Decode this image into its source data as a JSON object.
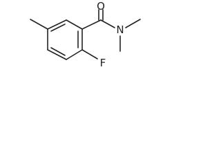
{
  "molecule": {
    "atoms": {
      "oxygen": "O",
      "nitrogen": "N",
      "fluorine": "F"
    },
    "colors": {
      "bond": "#222222",
      "text": "#222222",
      "background": "#ffffff"
    }
  }
}
